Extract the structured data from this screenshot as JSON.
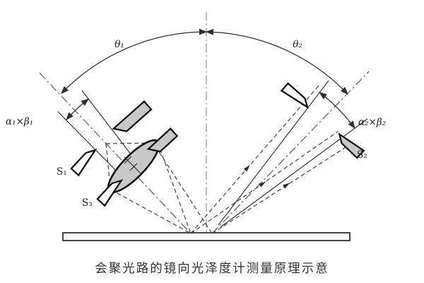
{
  "figure": {
    "caption": "会聚光路的镜向光泽度计测量原理示意",
    "labels": {
      "theta1": "θ₁",
      "theta2": "θ₂",
      "aperture_left": "α₁×β₁",
      "aperture_right": "α₂×β₂",
      "source_slit": "S₁",
      "receiver_slit": "S₂",
      "field_stop": "S₃"
    },
    "colors": {
      "background": "#ffffff",
      "line": "#2e2e2e",
      "axis_line": "#555555",
      "normal_line": "#9a9a9a",
      "gray_fill": "#c8c8c8",
      "white_fill": "#ffffff",
      "surface_fill": "#fafafa",
      "caption_text": "#333333"
    }
  }
}
